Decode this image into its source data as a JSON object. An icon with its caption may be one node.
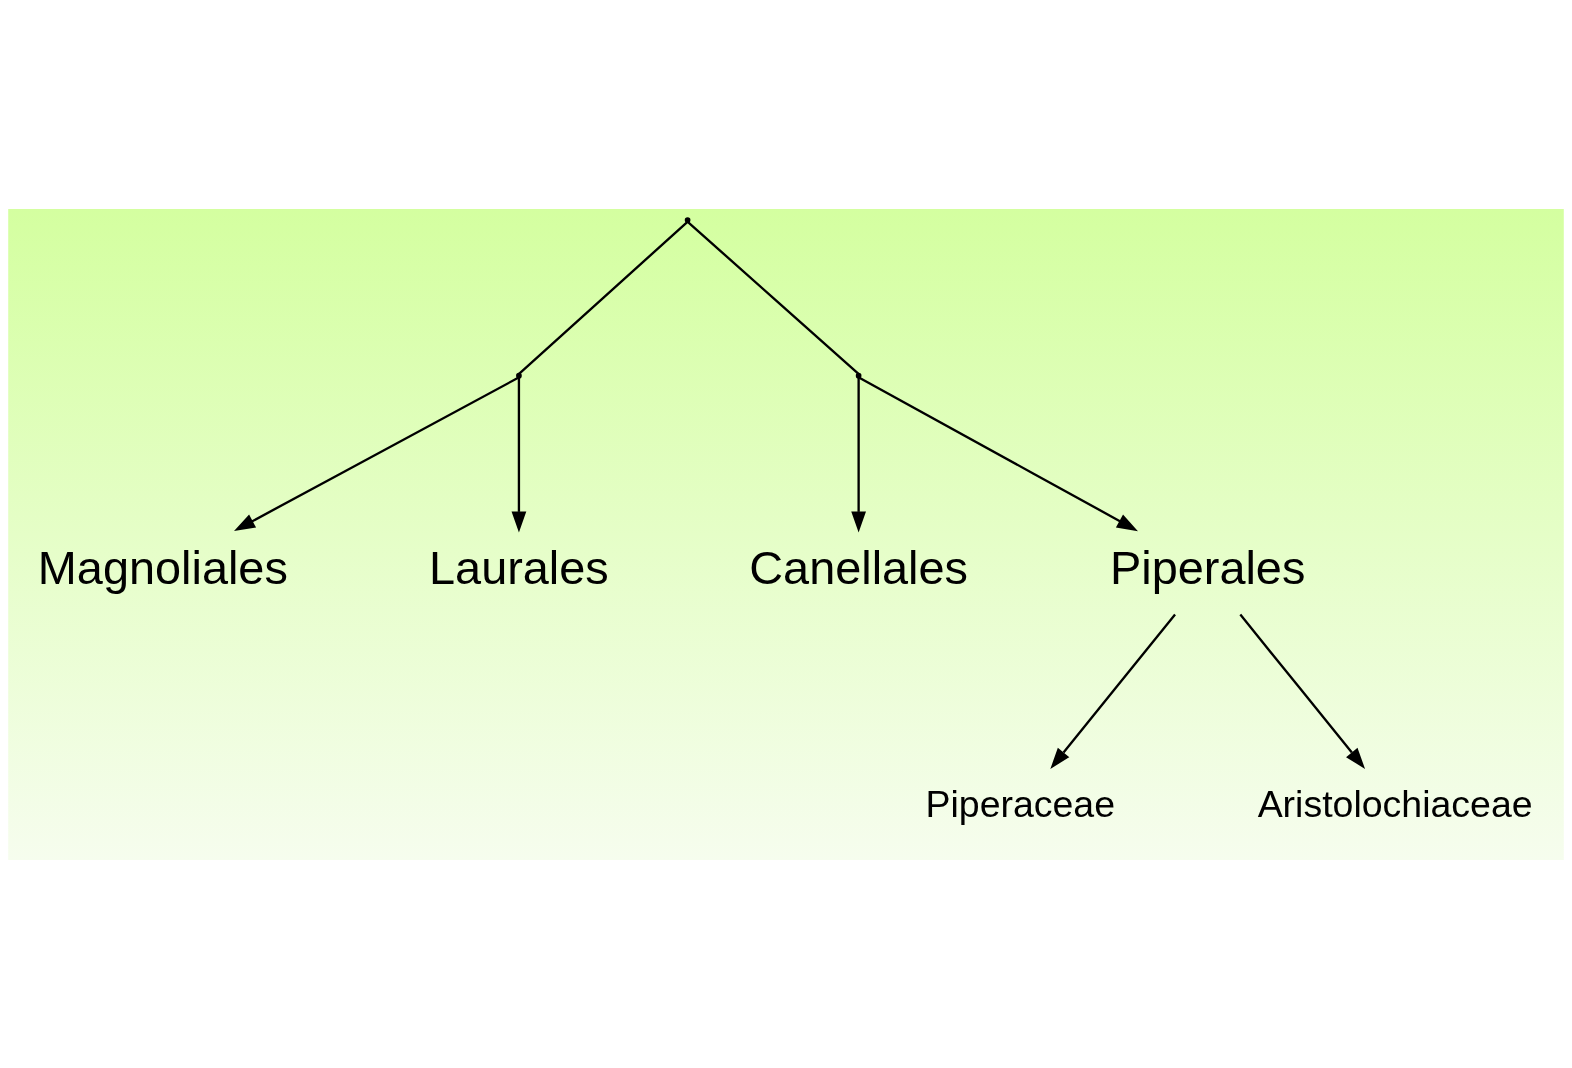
{
  "diagram": {
    "nodes": [
      {
        "text": [],
        "shape": "point"
      },
      {
        "text": [],
        "shape": "point"
      },
      {
        "text": [],
        "shape": "point"
      },
      {
        "text": [
          "Magnoliales"
        ]
      },
      {
        "text": [
          "Laurales"
        ]
      },
      {
        "text": [
          "Canellales"
        ]
      },
      {
        "text": [
          "Piperales"
        ]
      },
      {
        "text": [
          "Piperaceae"
        ]
      },
      {
        "text": [
          "Aristolochiaceae"
        ]
      }
    ],
    "edges": [
      {
        "from": 0,
        "to": 1,
        "arrow": "none"
      },
      {
        "from": 0,
        "to": 2,
        "arrow": "none"
      },
      {
        "from": 1,
        "to": 3,
        "arrow": "to"
      },
      {
        "from": 1,
        "to": 4,
        "arrow": "to"
      },
      {
        "from": 2,
        "to": 5,
        "arrow": "to"
      },
      {
        "from": 2,
        "to": 6,
        "arrow": "to"
      },
      {
        "from": 6,
        "to": 7,
        "arrow": "to"
      },
      {
        "from": 6,
        "to": 8,
        "arrow": "to"
      }
    ]
  }
}
